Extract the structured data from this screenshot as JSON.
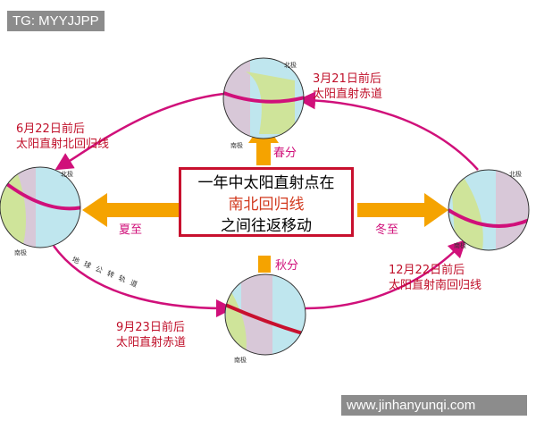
{
  "watermark_top": "TG: MYYJJPP",
  "watermark_bottom": "www.jinhanyunqi.com",
  "center_box": {
    "line1": "一年中太阳直射点在",
    "line2": "南北回归线",
    "line3": "之间往返移动"
  },
  "seasons": {
    "spring": "春分",
    "summer": "夏至",
    "autumn": "秋分",
    "winter": "冬至"
  },
  "captions": {
    "spring": [
      "3月21日前后",
      "太阳直射赤道"
    ],
    "summer": [
      "6月22日前后",
      "太阳直射北回归线"
    ],
    "autumn": [
      "9月23日前后",
      "太阳直射赤道"
    ],
    "winter": [
      "12月22日前后",
      "太阳直射南回归线"
    ]
  },
  "orbit_label": "地球公转轨道",
  "poles": {
    "north": "北极",
    "south": "南极"
  },
  "colors": {
    "orbit": "#d0107a",
    "arrow": "#f5a300",
    "caption": "#c0102a",
    "box_border": "#c8102e"
  }
}
